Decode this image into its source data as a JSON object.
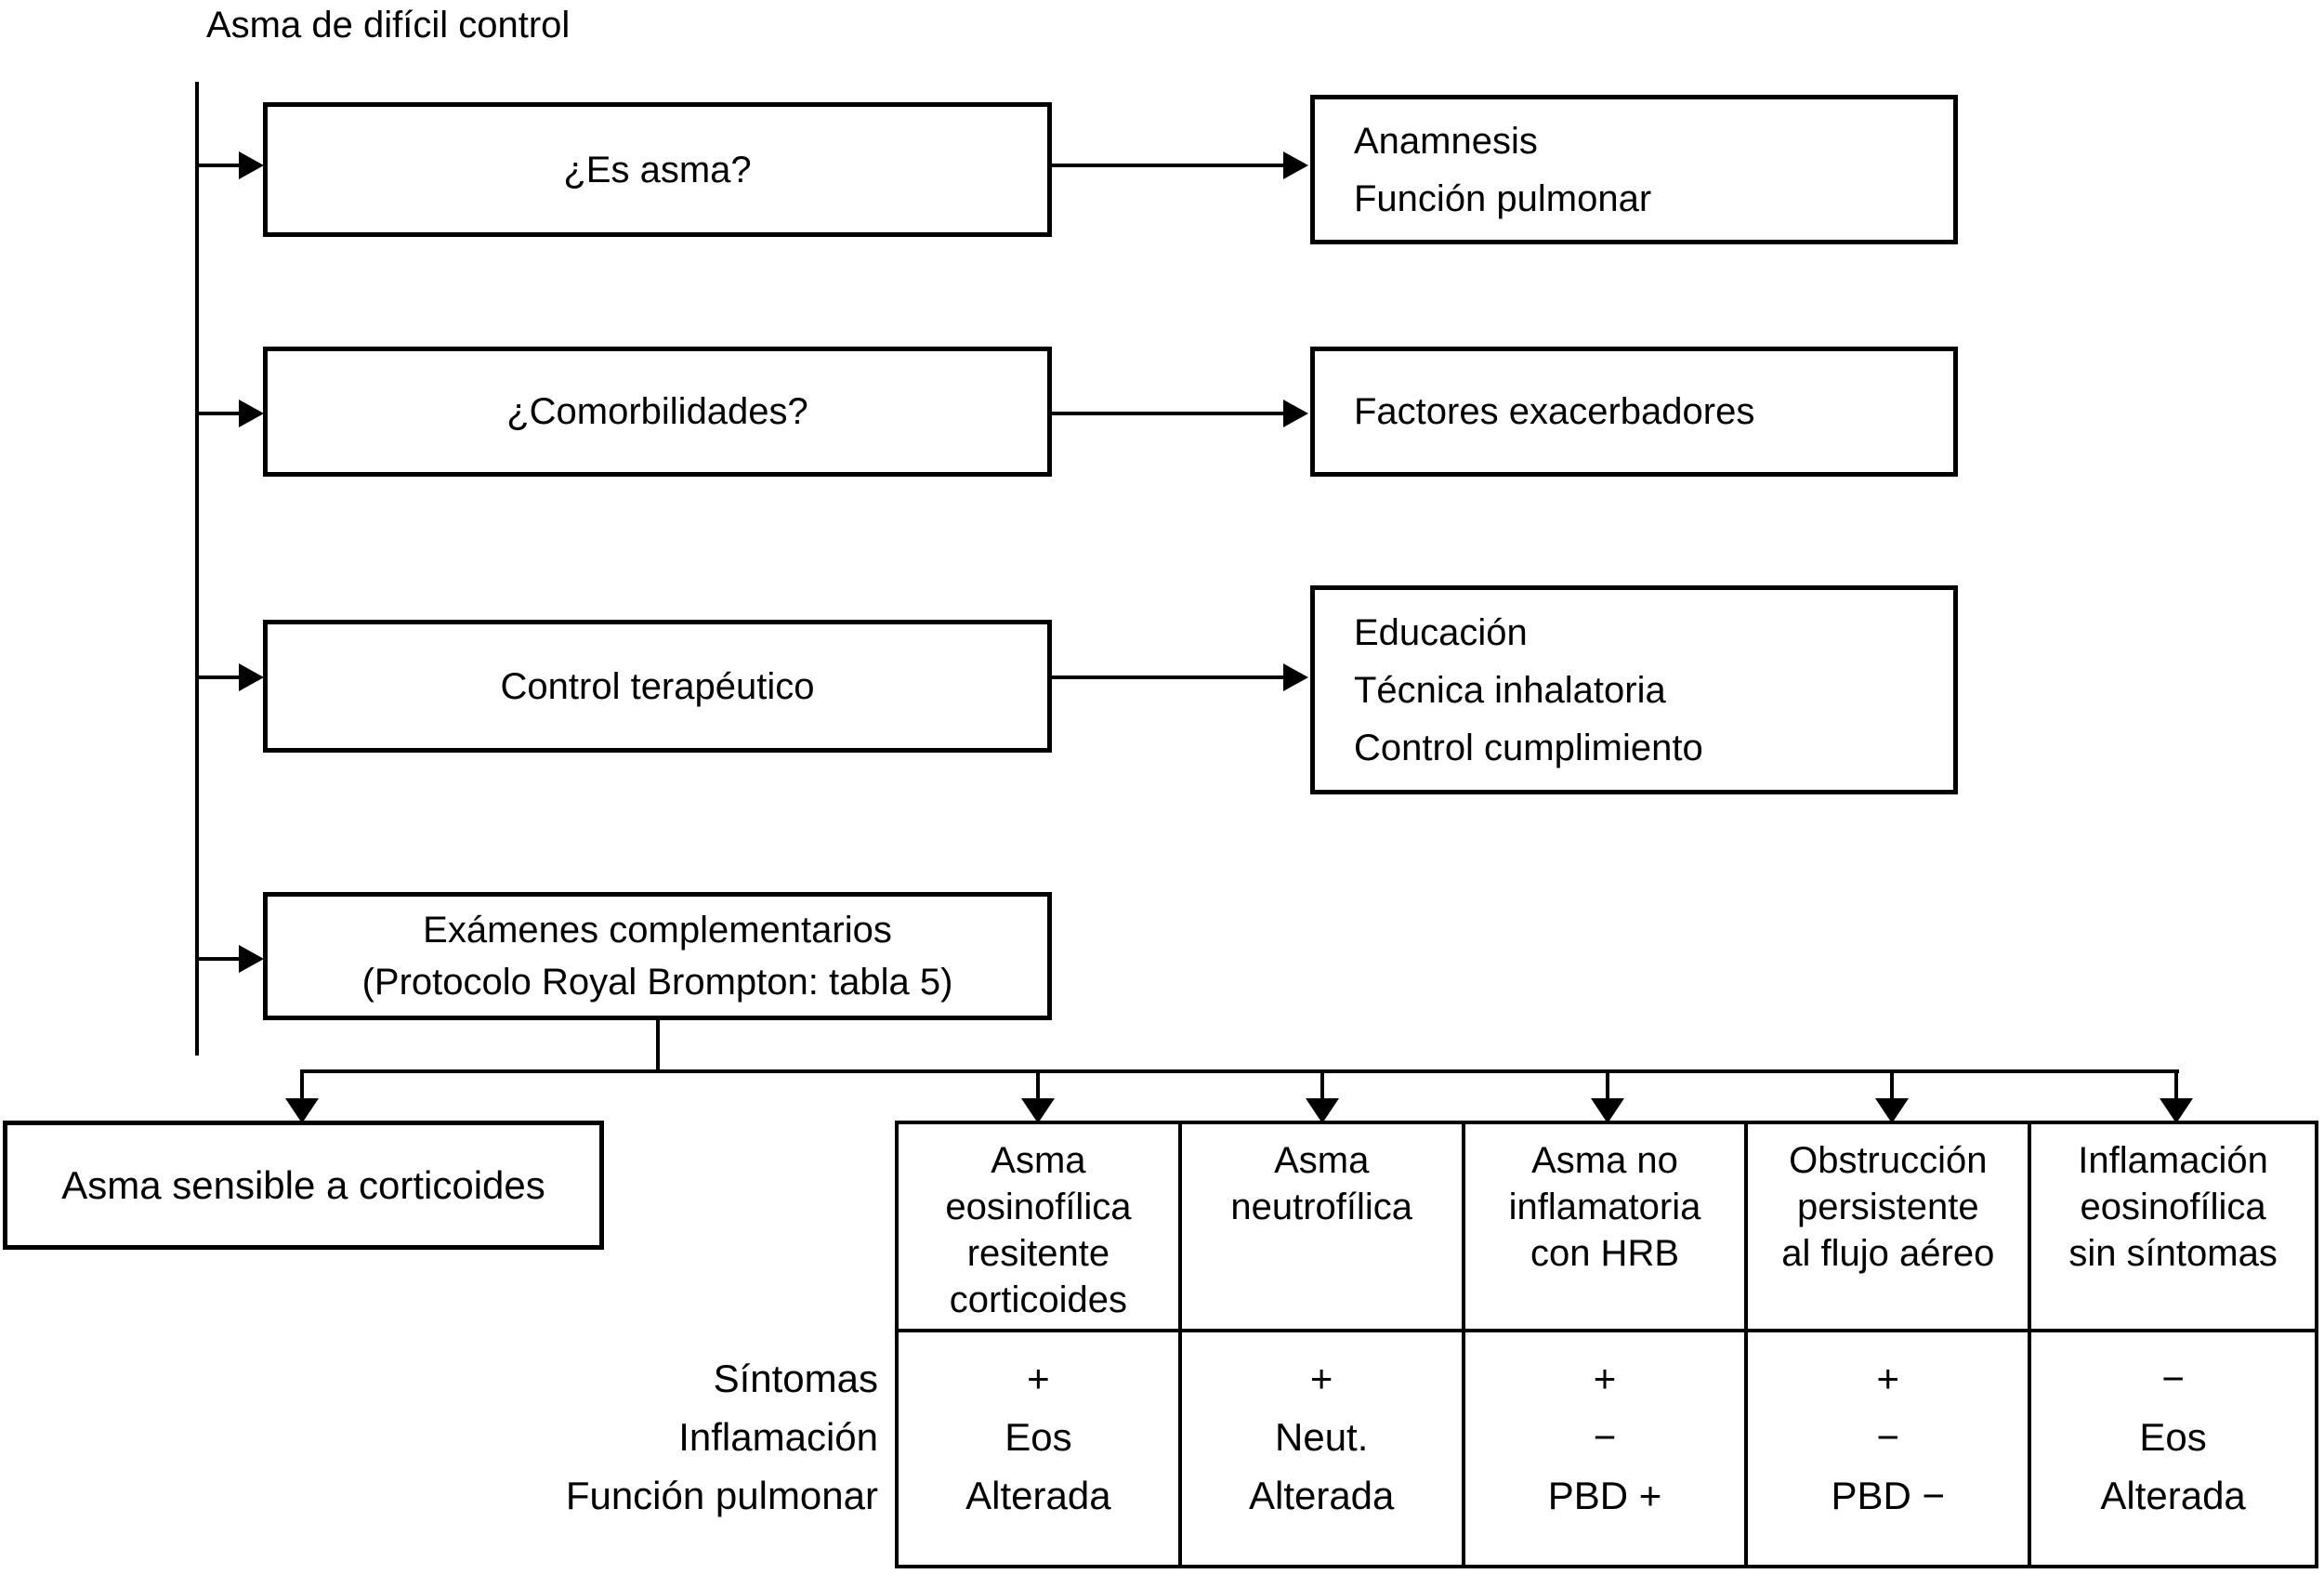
{
  "colors": {
    "ink": "#000000",
    "background": "#ffffff"
  },
  "title": "Asma de difícil control",
  "flow": {
    "steps": [
      {
        "question": "¿Es asma?",
        "actions": [
          "Anamnesis",
          "Función pulmonar"
        ]
      },
      {
        "question": "¿Comorbilidades?",
        "actions": [
          "Factores exacerbadores"
        ]
      },
      {
        "question": "Control terapéutico",
        "actions": [
          "Educación",
          "Técnica inhalatoria",
          "Control cumplimiento"
        ]
      },
      {
        "question_lines": [
          "Exámenes complementarios",
          "(Protocolo Royal Brompton: tabla 5)"
        ]
      }
    ]
  },
  "outcomes": {
    "corticosteroid_sensitive": "Asma sensible a corticoides",
    "table": {
      "row_labels": [
        "Síntomas",
        "Inflamación",
        "Función pulmonar"
      ],
      "columns": [
        {
          "header_lines": [
            "Asma",
            "eosinofílica",
            "resitente",
            "corticoides"
          ],
          "values": [
            "+",
            "Eos",
            "Alterada"
          ]
        },
        {
          "header_lines": [
            "Asma",
            "neutrofílica"
          ],
          "values": [
            "+",
            "Neut.",
            "Alterada"
          ]
        },
        {
          "header_lines": [
            "Asma no",
            "inflamatoria",
            "con HRB"
          ],
          "values": [
            "+",
            "−",
            "PBD +"
          ]
        },
        {
          "header_lines": [
            "Obstrucción",
            "persistente",
            "al flujo aéreo"
          ],
          "values": [
            "+",
            "−",
            "PBD −"
          ]
        },
        {
          "header_lines": [
            "Inflamación",
            "eosinofílica",
            "sin síntomas"
          ],
          "values": [
            "−",
            "Eos",
            "Alterada"
          ]
        }
      ]
    }
  }
}
